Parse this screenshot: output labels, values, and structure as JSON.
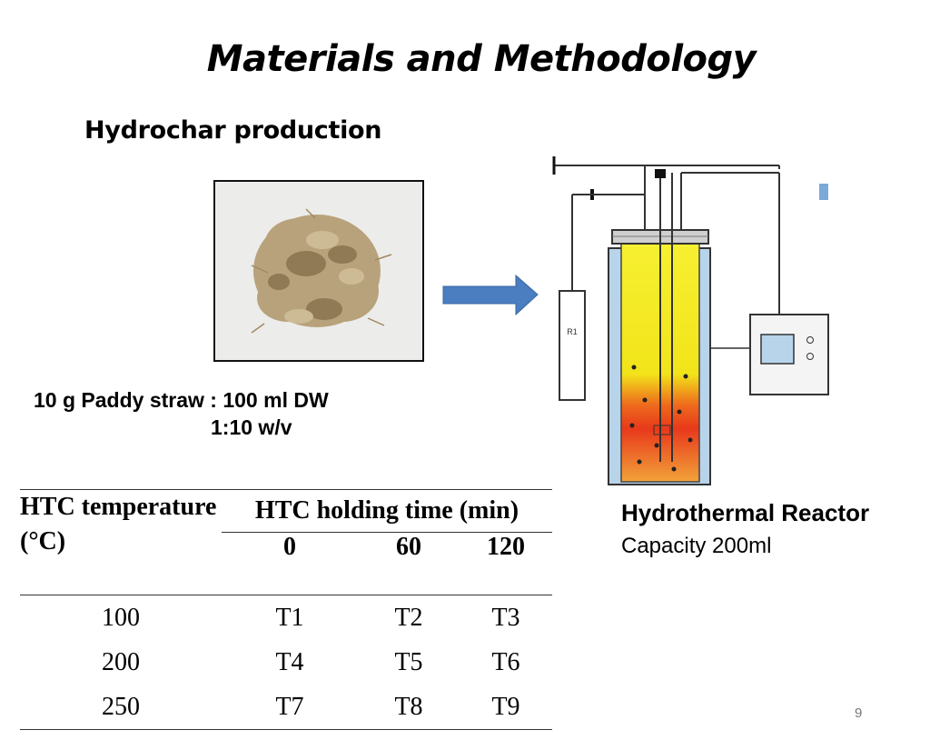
{
  "slide": {
    "title": "Materials and Methodology",
    "subtitle": "Hydrochar production",
    "ratio_line1": "10 g Paddy straw : 100 ml DW",
    "ratio_line2": "1:10 w/v",
    "reactor_name": "Hydrothermal Reactor",
    "reactor_capacity": "Capacity 200ml",
    "page_number": "9"
  },
  "table": {
    "row_header": "HTC temperature (°C)",
    "span_header": "HTC holding time (min)",
    "columns": [
      "0",
      "60",
      "120"
    ],
    "rows": [
      {
        "temp": "100",
        "cells": [
          "T1",
          "T2",
          "T3"
        ]
      },
      {
        "temp": "200",
        "cells": [
          "T4",
          "T5",
          "T6"
        ]
      },
      {
        "temp": "250",
        "cells": [
          "T7",
          "T8",
          "T9"
        ]
      }
    ]
  },
  "colors": {
    "arrow": "#4a7ec0",
    "straw": "#b39e78",
    "reactor_hot": "#e8391b",
    "reactor_warm": "#f2e41a",
    "jacket": "#b8d4ea"
  },
  "reactor_diagram": {
    "gauge_label": "R1"
  }
}
